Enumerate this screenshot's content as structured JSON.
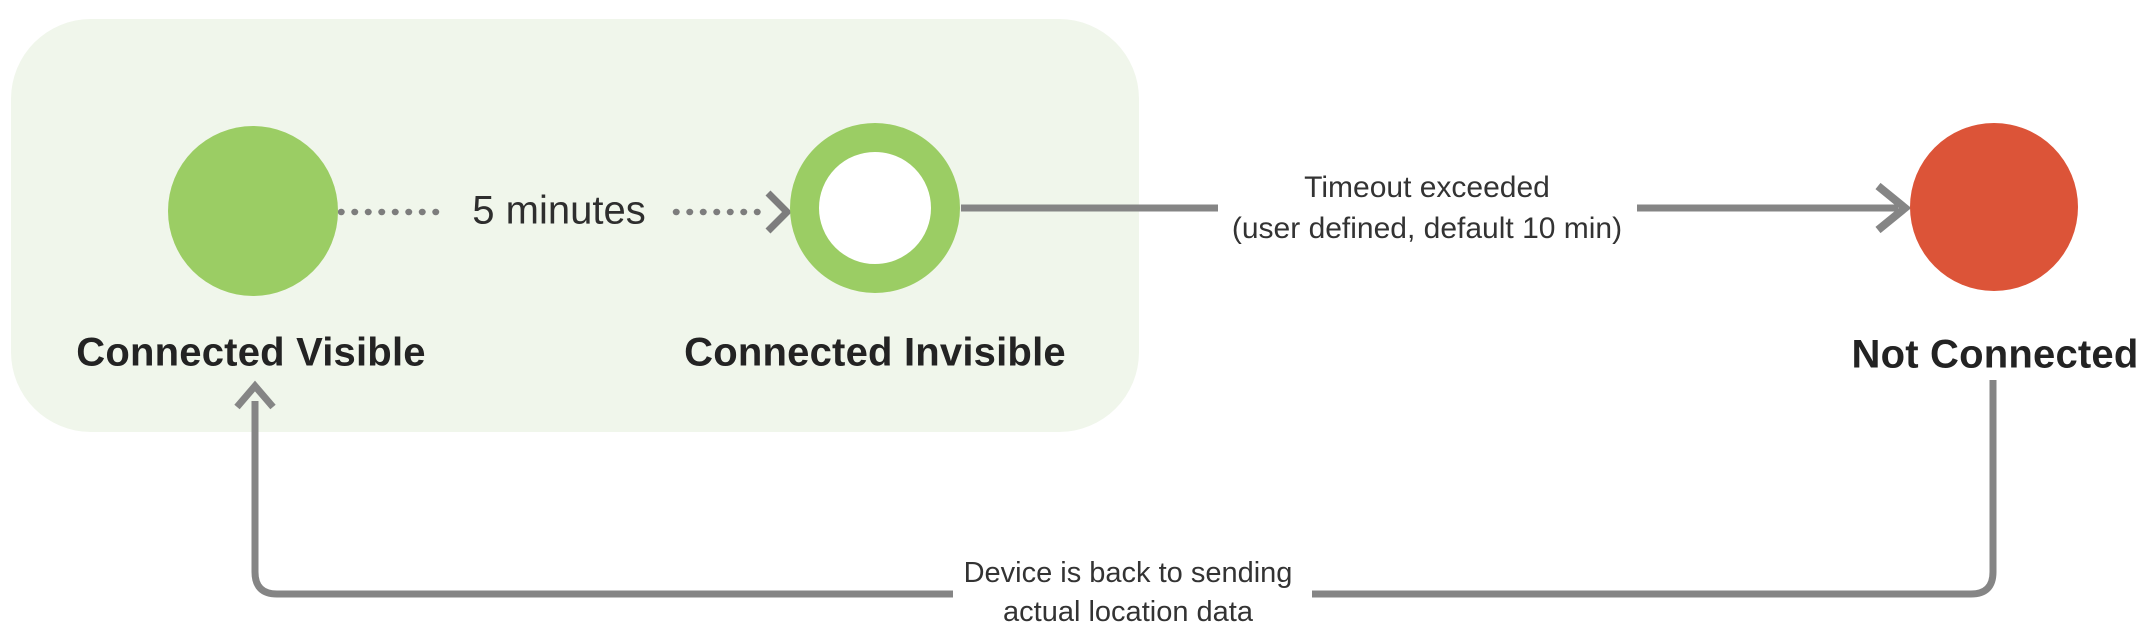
{
  "diagram": {
    "type": "state-diagram",
    "states": [
      {
        "id": "connected-visible",
        "label": "Connected Visible",
        "shape": "filled-circle",
        "color": "#9bcd64",
        "grouped": true
      },
      {
        "id": "connected-invisible",
        "label": "Connected Invisible",
        "shape": "ring",
        "color": "#9bcd64",
        "grouped": true
      },
      {
        "id": "not-connected",
        "label": "Not Connected",
        "shape": "filled-circle",
        "color": "#dc5438",
        "grouped": false
      }
    ],
    "transitions": [
      {
        "from": "connected-visible",
        "to": "connected-invisible",
        "style": "dotted-arrow",
        "label": "5 minutes"
      },
      {
        "from": "connected-invisible",
        "to": "not-connected",
        "style": "solid-arrow",
        "label_line1": "Timeout exceeded",
        "label_line2": "(user defined, default 10 min)"
      },
      {
        "from": "not-connected",
        "to": "connected-visible",
        "style": "solid-arrow-elbow",
        "label_line1": "Device is back to sending",
        "label_line2": "actual location data"
      }
    ],
    "colors": {
      "green": "#9bcd64",
      "panel-green": "#f0f6eb",
      "red": "#dc5438",
      "line-gray": "#858585",
      "dot-gray": "#7d7d7d",
      "label-ink": "#232323",
      "annotation-ink": "#333333"
    }
  }
}
